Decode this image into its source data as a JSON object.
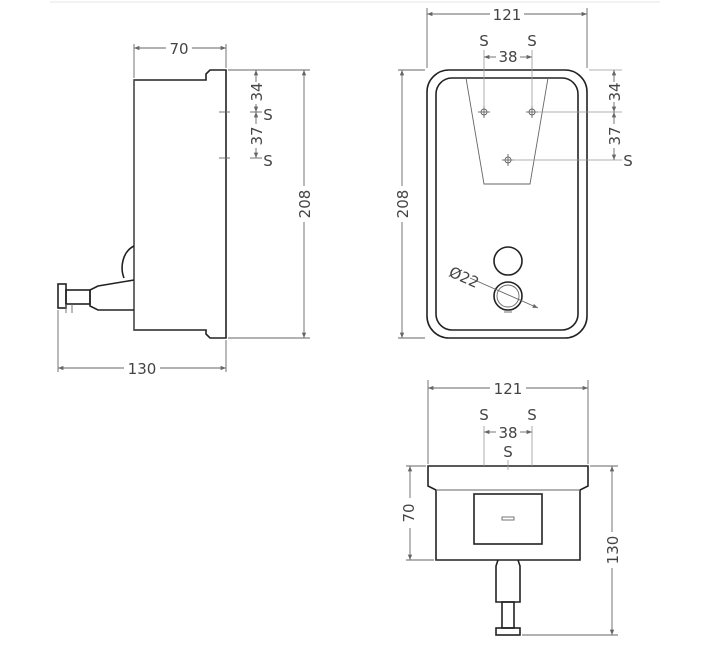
{
  "side_view": {
    "dim_width": "70",
    "dim_height": "208",
    "dim_depth": "130",
    "dim_hole_top": "34",
    "dim_hole_spacing": "37",
    "screw_label_1": "S",
    "screw_label_2": "S"
  },
  "front_view": {
    "dim_width": "121",
    "dim_height": "208",
    "dim_hole_spacing": "38",
    "dim_hole_top": "34",
    "dim_hole_vertical": "37",
    "dim_button": "Ø22",
    "screw_label_top_left": "S",
    "screw_label_top_right": "S",
    "screw_label_side": "S"
  },
  "bottom_view": {
    "dim_width": "121",
    "dim_hole_spacing": "38",
    "dim_window_height": "70",
    "dim_total_depth": "130",
    "screw_label_left": "S",
    "screw_label_right": "S",
    "screw_label_center": "S"
  }
}
